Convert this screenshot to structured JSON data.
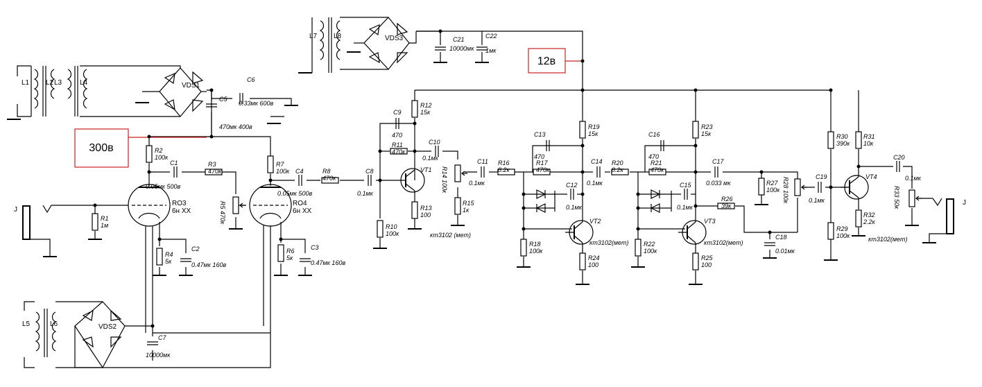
{
  "callouts": {
    "hv": "300в",
    "lv": "12в"
  },
  "io": {
    "input": "J",
    "output": "J"
  },
  "transformers": {
    "t1": [
      "L1",
      "L2",
      "L3",
      "L4"
    ],
    "t2": [
      "L5",
      "L6"
    ],
    "t3": [
      "L7",
      "L8"
    ]
  },
  "bridges": {
    "vds1": "VDS1",
    "vds2": "VDS2",
    "vds3": "VDS3"
  },
  "tubes": {
    "ro3": {
      "ref": "RO3",
      "type": "6н XX"
    },
    "ro4": {
      "ref": "RO4",
      "type": "6н XX"
    }
  },
  "transistors": {
    "vt1": {
      "ref": "VT1",
      "type": "кт3102 (мет)"
    },
    "vt2": {
      "ref": "VT2",
      "type": "кт3102(мет)"
    },
    "vt3": {
      "ref": "VT3",
      "type": "кт3102(мет)"
    },
    "vt4": {
      "ref": "VT4",
      "type": "кт3102(мет)"
    }
  },
  "resistors": {
    "r1": [
      "R1",
      "1м"
    ],
    "r2": [
      "R2",
      "100к"
    ],
    "r3": [
      "R3",
      "470к"
    ],
    "r4": [
      "R4",
      "5к"
    ],
    "r5": [
      "R5",
      "470к"
    ],
    "r6": [
      "R6",
      "5к"
    ],
    "r7": [
      "R7",
      "100к"
    ],
    "r8": [
      "R8",
      "470к"
    ],
    "r10": [
      "R10",
      "100к"
    ],
    "r11": [
      "R11",
      "470к"
    ],
    "r12": [
      "R12",
      "15к"
    ],
    "r13": [
      "R13",
      "100"
    ],
    "r14": [
      "R14",
      "100к"
    ],
    "r15": [
      "R15",
      "1к"
    ],
    "r16": [
      "R16",
      "8.2к"
    ],
    "r17": [
      "R17",
      "470к"
    ],
    "r18": [
      "R18",
      "100к"
    ],
    "r19": [
      "R19",
      "15к"
    ],
    "r20": [
      "R20",
      "8.2к"
    ],
    "r21": [
      "R21",
      "470к"
    ],
    "r22": [
      "R22",
      "100к"
    ],
    "r23": [
      "R23",
      "15к"
    ],
    "r24": [
      "R24",
      "100"
    ],
    "r25": [
      "R25",
      "100"
    ],
    "r26": [
      "R26",
      "39к"
    ],
    "r27": [
      "R27",
      "100к"
    ],
    "r28": [
      "R28",
      "100к"
    ],
    "r29": [
      "R29",
      "100к"
    ],
    "r30": [
      "R30",
      "390к"
    ],
    "r31": [
      "R31",
      "10к"
    ],
    "r32": [
      "R32",
      "2.2к"
    ],
    "r33": [
      "R33",
      "50к"
    ]
  },
  "capacitors": {
    "c1": [
      "C1",
      "0.05мк 500в"
    ],
    "c2": [
      "C2",
      "0.47мк 160в"
    ],
    "c3": [
      "C3",
      "0.47мк 160в"
    ],
    "c4": [
      "C4",
      "0.05мк 500в"
    ],
    "c5": [
      "C5",
      "470мк 400в"
    ],
    "c6": [
      "C6",
      "0.33мк 600в"
    ],
    "c7": [
      "C7",
      "10000мк"
    ],
    "c8": [
      "C8",
      "0.1мк"
    ],
    "c9": [
      "C9",
      "470"
    ],
    "c10": [
      "C10",
      "0.1мк"
    ],
    "c11": [
      "C11",
      "0.1мк"
    ],
    "c12": [
      "C12",
      "0.1мк"
    ],
    "c13": [
      "C13",
      "470"
    ],
    "c14": [
      "C14",
      "0.1мк"
    ],
    "c15": [
      "C15",
      "0.1мк"
    ],
    "c16": [
      "C16",
      "470"
    ],
    "c17": [
      "C17",
      "0.033 мк"
    ],
    "c18": [
      "C18",
      "0.01мк"
    ],
    "c19": [
      "C19",
      "0.1мк"
    ],
    "c20": [
      "C20",
      "0.1мк"
    ],
    "c21": [
      "C21",
      "10000мк"
    ],
    "c22": [
      "C22",
      "1мк"
    ]
  }
}
